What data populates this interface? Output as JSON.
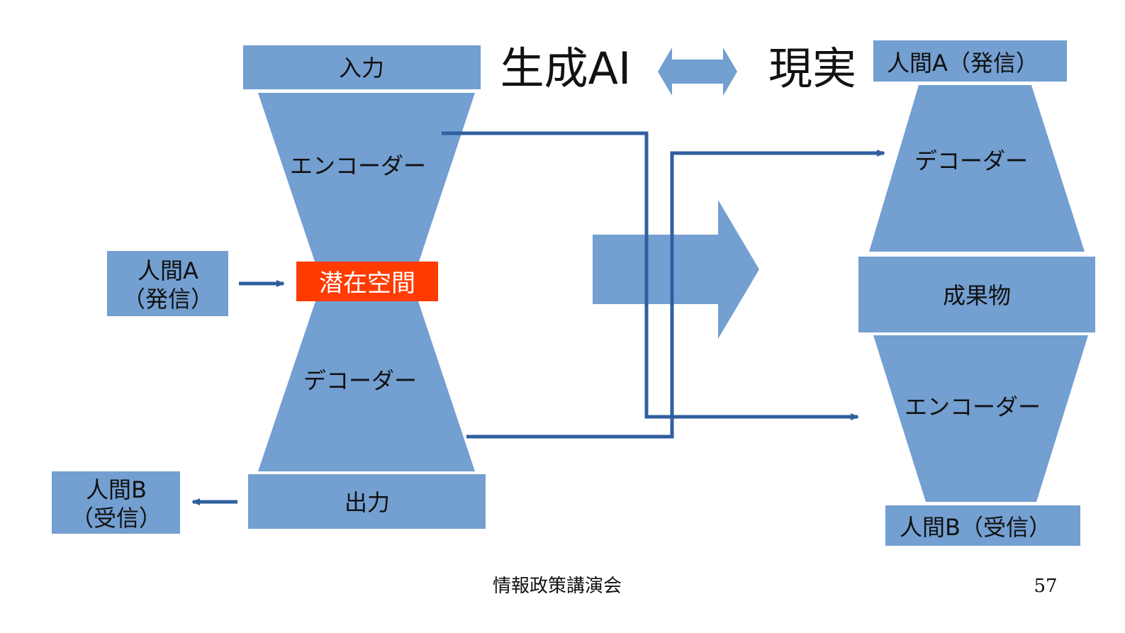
{
  "colors": {
    "box_fill": "#739fd1",
    "latent_fill": "#ff3b00",
    "connector": "#2f5f9e",
    "text": "#111111",
    "latent_text": "#ffffff"
  },
  "header": {
    "generative_ai": "生成AI",
    "reality": "現実",
    "compare_icon": "double-arrow-icon"
  },
  "left_model": {
    "input": "入力",
    "encoder": "エンコーダー",
    "latent_space": "潜在空間",
    "decoder": "デコーダー",
    "output": "出力",
    "sender_line1": "人間A",
    "sender_line2": "（発信）",
    "receiver_line1": "人間B",
    "receiver_line2": "（受信）"
  },
  "right_model": {
    "sender": "人間A（発信）",
    "decoder": "デコーダー",
    "product": "成果物",
    "encoder": "エンコーダー",
    "receiver": "人間B（受信）"
  },
  "footer": {
    "title": "情報政策講演会",
    "page_number": "57"
  }
}
